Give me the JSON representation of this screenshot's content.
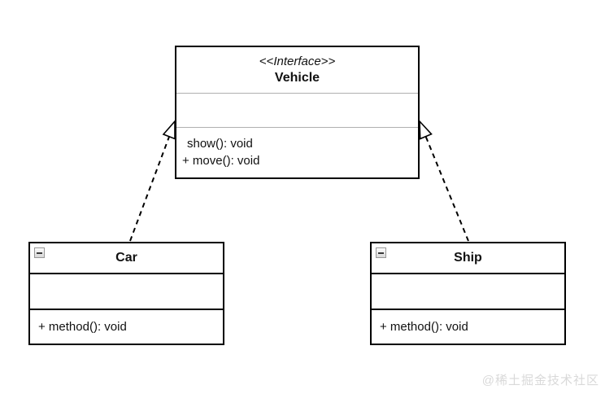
{
  "diagram": {
    "interface": {
      "stereotype": "<<Interface>>",
      "name": "Vehicle",
      "attributes": [],
      "methods": [
        "show(): void",
        "+ move(): void"
      ]
    },
    "classes": {
      "car": {
        "name": "Car",
        "attributes": [],
        "methods": [
          "+ method(): void"
        ]
      },
      "ship": {
        "name": "Ship",
        "attributes": [],
        "methods": [
          "+ method(): void"
        ]
      }
    },
    "relations": [
      {
        "from": "Car",
        "to": "Vehicle",
        "type": "realization",
        "line": "dashed",
        "arrowhead": "hollow-triangle"
      },
      {
        "from": "Ship",
        "to": "Vehicle",
        "type": "realization",
        "line": "dashed",
        "arrowhead": "hollow-triangle"
      }
    ]
  },
  "colors": {
    "box_border": "#000000",
    "interface_divider": "#b0b0b0",
    "class_divider": "#000000",
    "background": "#ffffff",
    "watermark_text": "#d9d9d9"
  },
  "watermark": "@稀土掘金技术社区"
}
